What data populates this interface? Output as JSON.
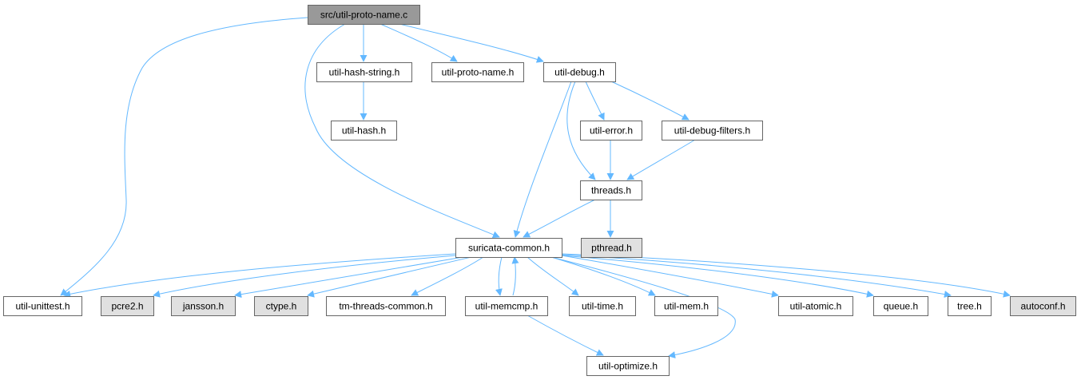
{
  "colors": {
    "edge": "#63b8ff",
    "node_fill": "#ffffff",
    "node_fill_external": "#e0e0e0",
    "node_fill_root": "#999999",
    "node_border": "#666666"
  },
  "nodes": [
    {
      "id": "root",
      "label": "src/util-proto-name.c",
      "kind": "root"
    },
    {
      "id": "hash_string",
      "label": "util-hash-string.h",
      "kind": "normal"
    },
    {
      "id": "proto_name",
      "label": "util-proto-name.h",
      "kind": "normal"
    },
    {
      "id": "debug",
      "label": "util-debug.h",
      "kind": "normal"
    },
    {
      "id": "hash",
      "label": "util-hash.h",
      "kind": "normal"
    },
    {
      "id": "error",
      "label": "util-error.h",
      "kind": "normal"
    },
    {
      "id": "debug_filters",
      "label": "util-debug-filters.h",
      "kind": "normal"
    },
    {
      "id": "threads",
      "label": "threads.h",
      "kind": "normal"
    },
    {
      "id": "pthread",
      "label": "pthread.h",
      "kind": "external"
    },
    {
      "id": "suricata_common",
      "label": "suricata-common.h",
      "kind": "normal"
    },
    {
      "id": "unittest",
      "label": "util-unittest.h",
      "kind": "normal"
    },
    {
      "id": "pcre2",
      "label": "pcre2.h",
      "kind": "external"
    },
    {
      "id": "jansson",
      "label": "jansson.h",
      "kind": "external"
    },
    {
      "id": "ctype",
      "label": "ctype.h",
      "kind": "external"
    },
    {
      "id": "tm_threads_common",
      "label": "tm-threads-common.h",
      "kind": "normal"
    },
    {
      "id": "memcmp",
      "label": "util-memcmp.h",
      "kind": "normal"
    },
    {
      "id": "time",
      "label": "util-time.h",
      "kind": "normal"
    },
    {
      "id": "mem",
      "label": "util-mem.h",
      "kind": "normal"
    },
    {
      "id": "atomic",
      "label": "util-atomic.h",
      "kind": "normal"
    },
    {
      "id": "queue",
      "label": "queue.h",
      "kind": "normal"
    },
    {
      "id": "tree",
      "label": "tree.h",
      "kind": "normal"
    },
    {
      "id": "autoconf",
      "label": "autoconf.h",
      "kind": "external"
    },
    {
      "id": "optimize",
      "label": "util-optimize.h",
      "kind": "normal"
    }
  ],
  "edges": [
    {
      "from": "root",
      "to": "hash_string"
    },
    {
      "from": "root",
      "to": "proto_name"
    },
    {
      "from": "root",
      "to": "debug"
    },
    {
      "from": "root",
      "to": "suricata_common"
    },
    {
      "from": "root",
      "to": "unittest"
    },
    {
      "from": "hash_string",
      "to": "hash"
    },
    {
      "from": "debug",
      "to": "error"
    },
    {
      "from": "debug",
      "to": "debug_filters"
    },
    {
      "from": "debug",
      "to": "threads"
    },
    {
      "from": "debug",
      "to": "suricata_common"
    },
    {
      "from": "error",
      "to": "threads"
    },
    {
      "from": "debug_filters",
      "to": "threads"
    },
    {
      "from": "threads",
      "to": "suricata_common"
    },
    {
      "from": "threads",
      "to": "pthread"
    },
    {
      "from": "suricata_common",
      "to": "unittest"
    },
    {
      "from": "suricata_common",
      "to": "pcre2"
    },
    {
      "from": "suricata_common",
      "to": "jansson"
    },
    {
      "from": "suricata_common",
      "to": "ctype"
    },
    {
      "from": "suricata_common",
      "to": "tm_threads_common"
    },
    {
      "from": "suricata_common",
      "to": "memcmp"
    },
    {
      "from": "suricata_common",
      "to": "time"
    },
    {
      "from": "suricata_common",
      "to": "mem"
    },
    {
      "from": "suricata_common",
      "to": "atomic"
    },
    {
      "from": "suricata_common",
      "to": "queue"
    },
    {
      "from": "suricata_common",
      "to": "tree"
    },
    {
      "from": "suricata_common",
      "to": "autoconf"
    },
    {
      "from": "suricata_common",
      "to": "optimize"
    },
    {
      "from": "memcmp",
      "to": "suricata_common"
    },
    {
      "from": "memcmp",
      "to": "optimize"
    }
  ]
}
